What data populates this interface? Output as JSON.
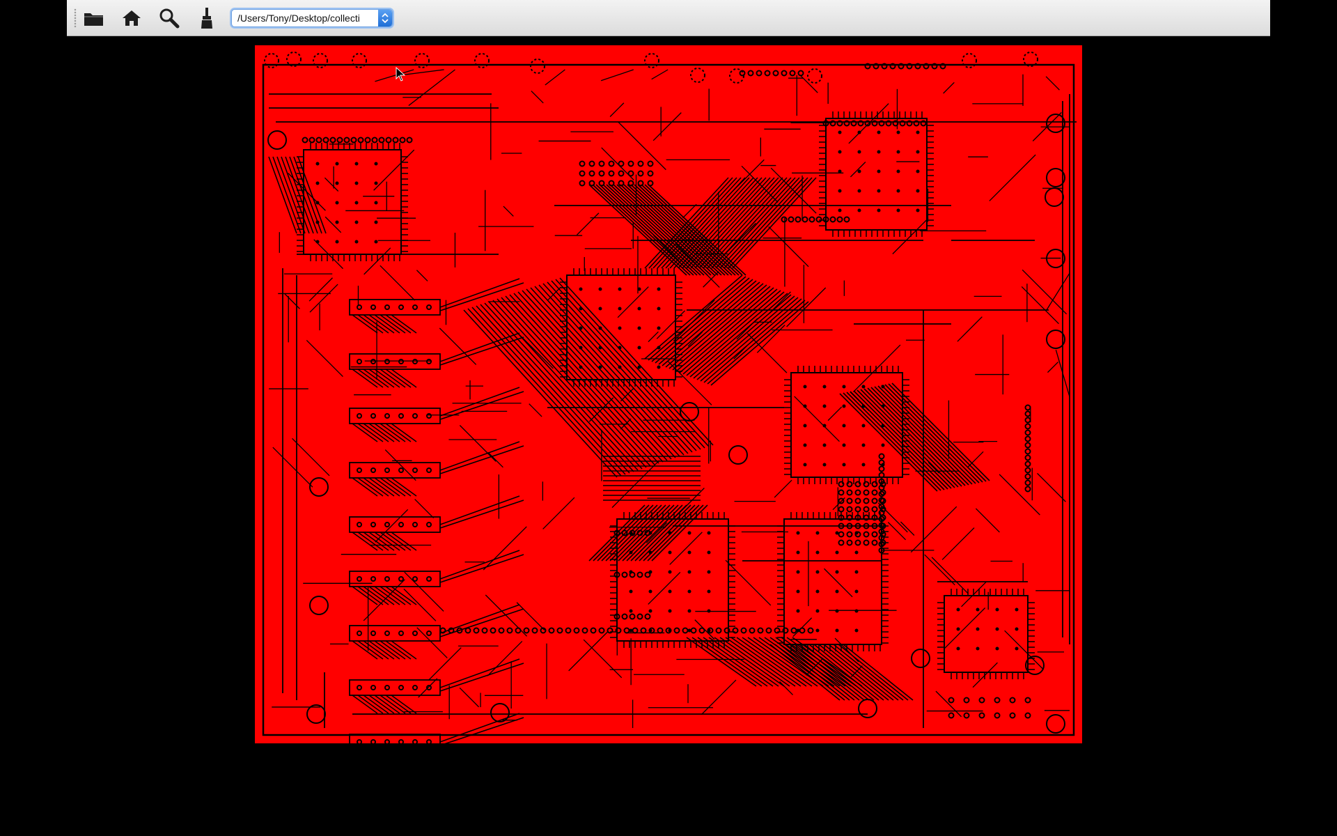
{
  "toolbar": {
    "buttons": [
      {
        "name": "open-folder-button",
        "icon": "folder-icon"
      },
      {
        "name": "home-button",
        "icon": "home-icon"
      },
      {
        "name": "zoom-button",
        "icon": "magnifier-icon"
      },
      {
        "name": "clear-button",
        "icon": "brush-icon"
      }
    ],
    "path_value": "/Users/Tony/Desktop/collecti"
  },
  "viewer": {
    "board_color": "#ff0000",
    "trace_color": "#000000",
    "background_color": "#000000"
  }
}
